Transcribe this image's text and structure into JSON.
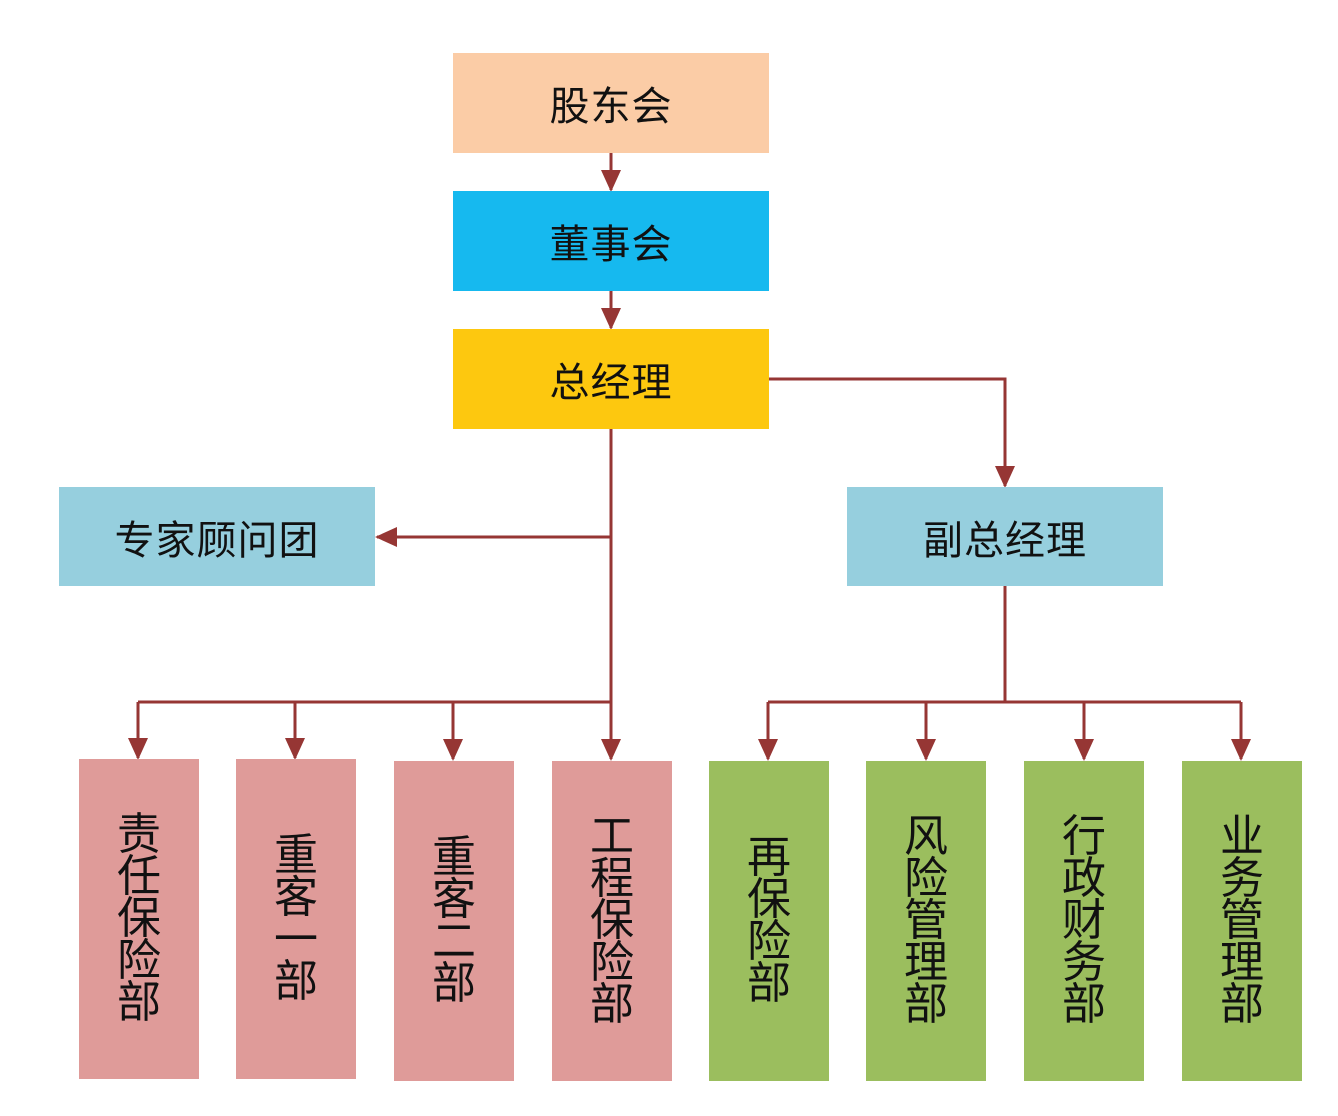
{
  "colors": {
    "connector": "#963634",
    "shareholders_fill": "#fbcca6",
    "board_fill": "#16b9ef",
    "gm_fill": "#fdc80f",
    "advisory_fill": "#96cfde",
    "vgm_fill": "#96cfde",
    "left_departments_fill": "#df9b99",
    "right_departments_fill": "#9bbe5e"
  },
  "nodes": {
    "shareholders": "股东会",
    "board": "董事会",
    "general_manager": "总经理",
    "advisory_group": "专家顾问团",
    "deputy_general_manager": "副总经理"
  },
  "departments_left": [
    "责任保险部",
    "重客一部",
    "重客二部",
    "工程保险部"
  ],
  "departments_right": [
    "再保险部",
    "风险管理部",
    "行政财务部",
    "业务管理部"
  ]
}
